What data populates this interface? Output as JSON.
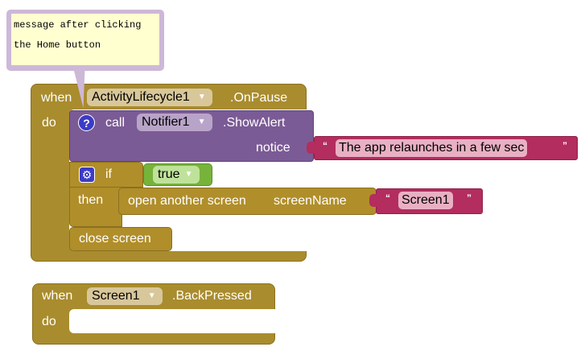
{
  "comment": {
    "lines": [
      "message after clicking",
      "the Home button"
    ]
  },
  "onpause_event": {
    "when_label": "when",
    "component": "ActivityLifecycle1",
    "event": ".OnPause",
    "do_label": "do"
  },
  "show_alert": {
    "call_label": "call",
    "component": "Notifier1",
    "method": ".ShowAlert",
    "param_label": "notice",
    "notice_value": "The app relaunches in a few sec",
    "open_quote": "“",
    "close_quote": "”"
  },
  "if_block": {
    "if_label": "if",
    "then_label": "then",
    "condition": "true"
  },
  "open_screen": {
    "label": "open another screen",
    "param_label": "screenName",
    "screen_value": "Screen1",
    "open_quote": "“",
    "close_quote": "”"
  },
  "close_screen": {
    "label": "close screen"
  },
  "backpressed_event": {
    "when_label": "when",
    "component": "Screen1",
    "event": ".BackPressed",
    "do_label": "do"
  },
  "icons": {
    "help": "?",
    "mutator": "⚙",
    "dropdown": "▼"
  }
}
